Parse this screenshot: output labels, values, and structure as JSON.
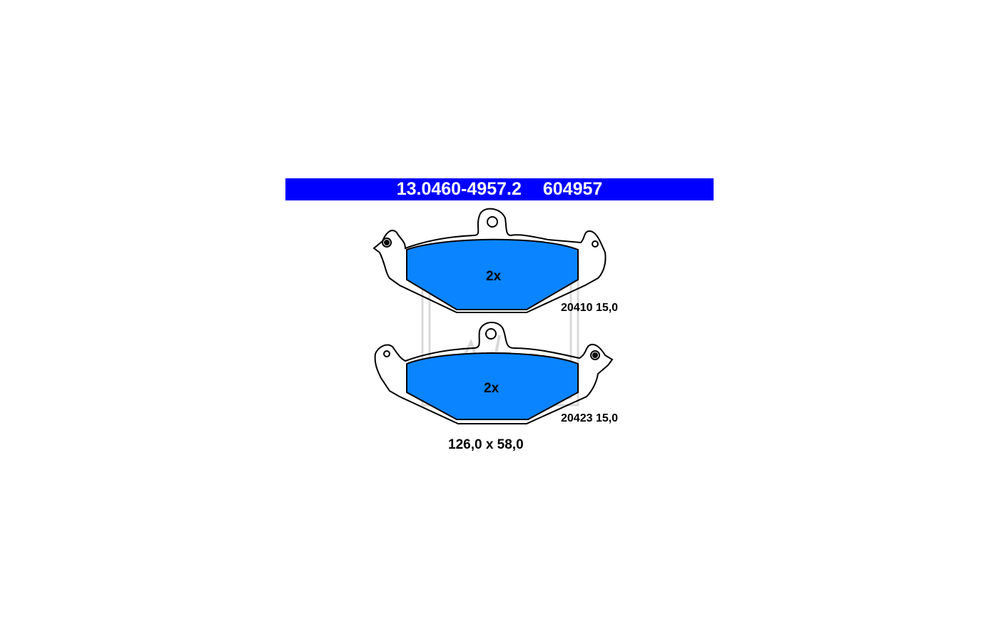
{
  "header": {
    "part_number": "13.0460-4957.2",
    "article_number": "604957"
  },
  "pads": [
    {
      "quantity": "2x",
      "spec": "20410 15,0"
    },
    {
      "quantity": "2x",
      "spec": "20423 15,0"
    }
  ],
  "dimensions": "126,0 x 58,0",
  "watermark": "Ate",
  "colors": {
    "header_background": "#0000ff",
    "header_text": "#ffffff",
    "friction_material": "#0a84ff",
    "outline": "#000000",
    "watermark": "#d9d9d9"
  }
}
